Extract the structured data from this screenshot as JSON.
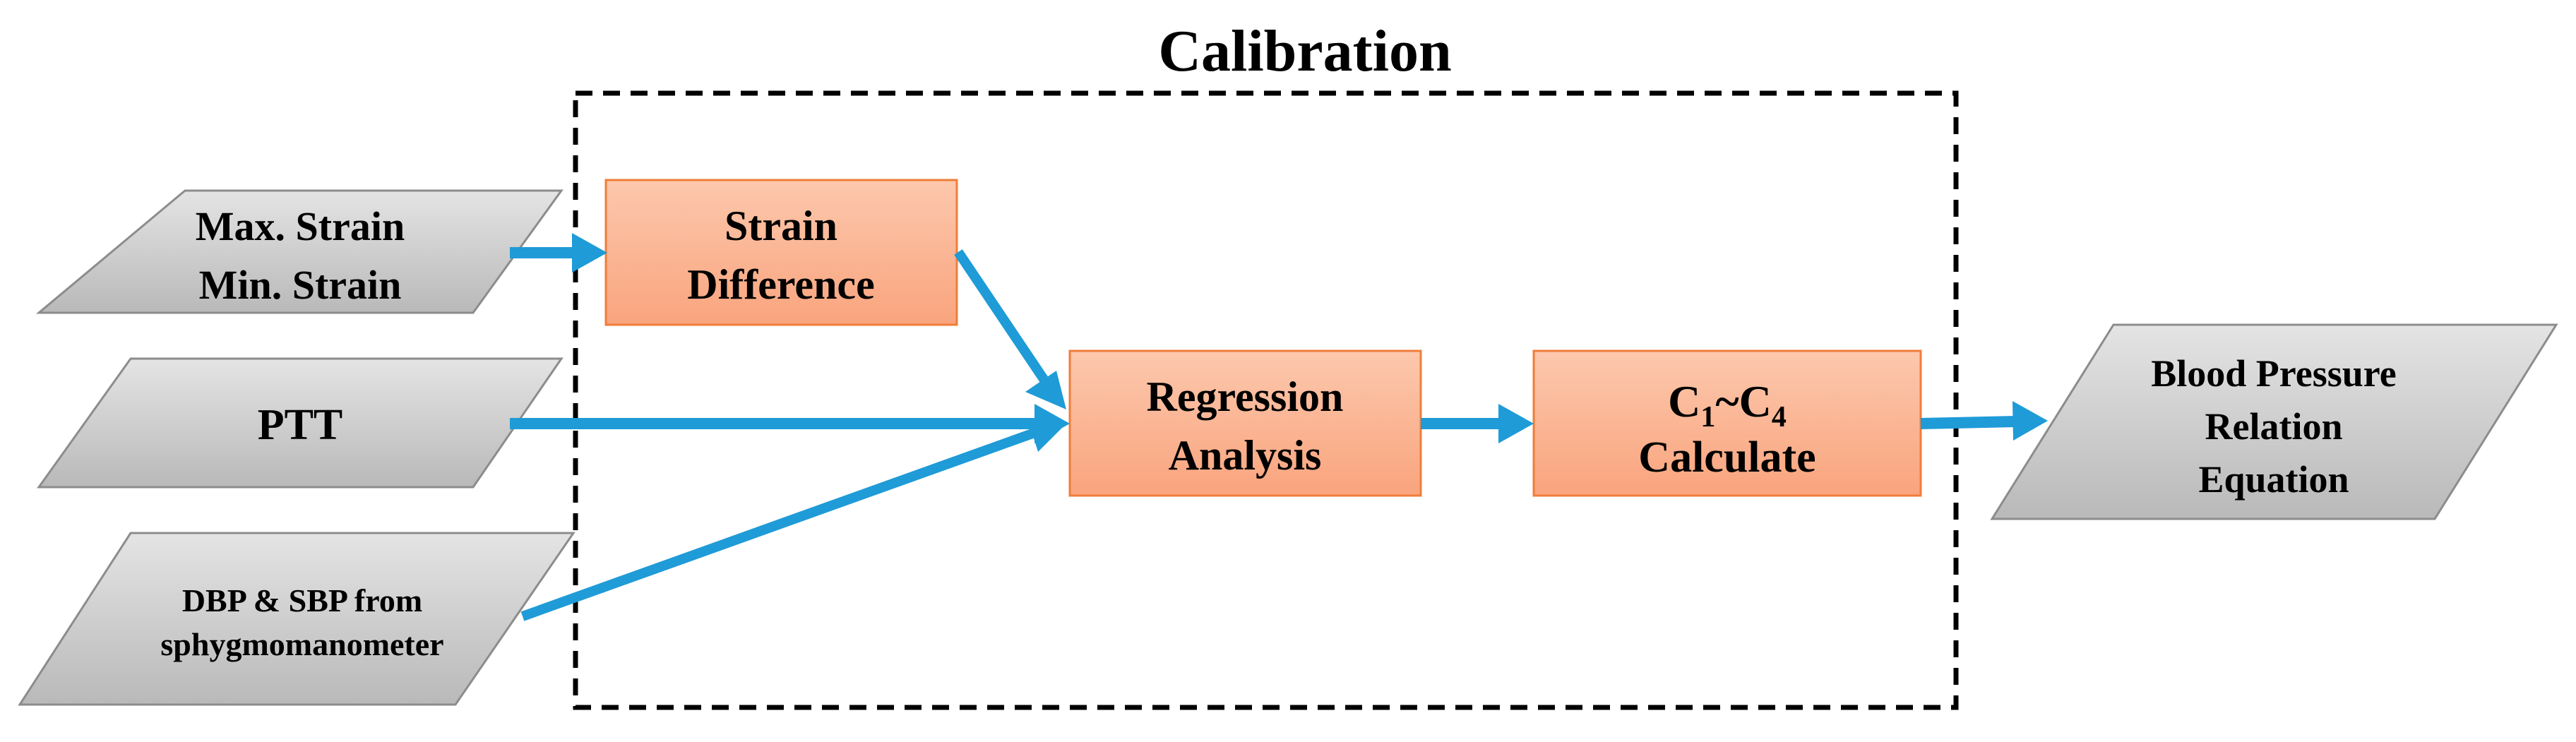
{
  "title": "Calibration",
  "colors": {
    "arrow": "#1f9bd7",
    "process_fill_top": "#fcc8ad",
    "process_fill_bottom": "#f9a47d",
    "process_border": "#f07d3a",
    "io_fill_top": "#e4e4e4",
    "io_fill_bottom": "#b9b9b9",
    "io_border": "#8c8c8c",
    "frame": "#000000"
  },
  "inputs": {
    "strain": {
      "line1": "Max. Strain",
      "line2": "Min. Strain"
    },
    "ptt": {
      "label": "PTT"
    },
    "bp": {
      "line1": "DBP & SBP from",
      "line2": "sphygmomanometer"
    }
  },
  "process": {
    "strain_difference": {
      "line1": "Strain",
      "line2": "Difference"
    },
    "regression": {
      "line1": "Regression",
      "line2": "Analysis"
    },
    "calculate": {
      "c_first": "C",
      "sub_first": "1",
      "tilde": "~",
      "c_second": "C",
      "sub_second": "4",
      "line2": "Calculate"
    }
  },
  "output": {
    "line1": "Blood Pressure",
    "line2": "Relation",
    "line3": "Equation"
  }
}
